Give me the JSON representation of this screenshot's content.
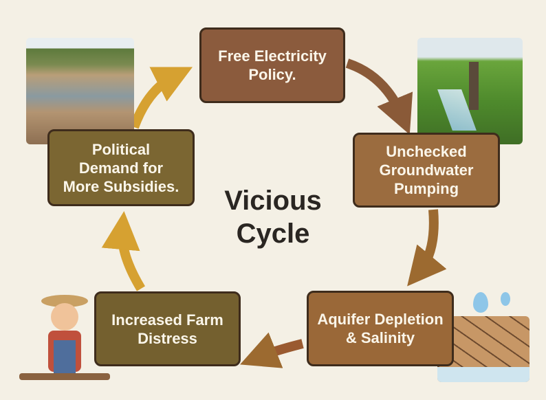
{
  "title": {
    "line1": "Vicious",
    "line2": "Cycle"
  },
  "steps": [
    {
      "label": "Free Electricity Policy.",
      "color": "#8b5b3d"
    },
    {
      "label": "Unchecked Groundwater Pumping",
      "color": "#9b6c3f"
    },
    {
      "label": "Aquifer Depletion & Salinity",
      "color": "#9a6838"
    },
    {
      "label": "Increased Farm Distress",
      "color": "#74602f"
    },
    {
      "label": "Political Demand for More Subsidies.",
      "color": "#7b6632"
    }
  ],
  "illustrations": [
    "dry-river-photo",
    "groundwater-pump-photo",
    "cracked-earth-water-drops",
    "distressed-farmer"
  ]
}
